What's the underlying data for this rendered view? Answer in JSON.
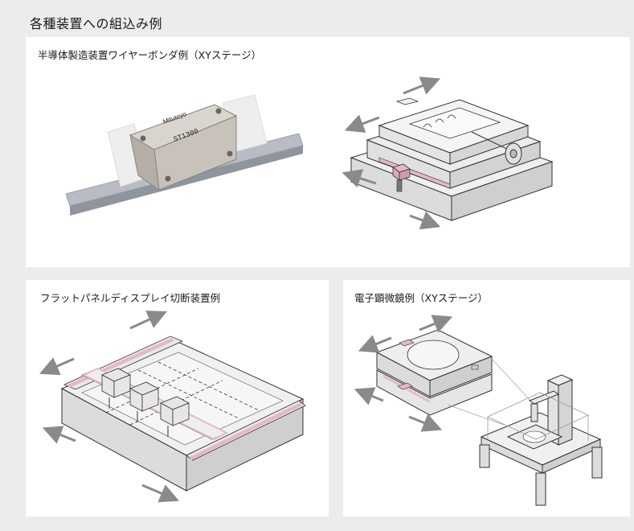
{
  "page": {
    "title": "各種装置への組込み例"
  },
  "panels": {
    "semiconductor": {
      "label": "半導体製造装置ワイヤーボンダ例（XYステージ）"
    },
    "flat_panel": {
      "label": "フラットパネルディスプレイ切断装置例"
    },
    "microscope": {
      "label": "電子顕微鏡例（XYステージ）"
    }
  },
  "product": {
    "brand": "Mitutoyo",
    "model": "ST1300"
  },
  "colors": {
    "background": "#ececec",
    "panel": "#ffffff",
    "scale_highlight": "#e4b8cc",
    "metal": "#c9c4bd",
    "stage_fill": "#e6e6e6",
    "outline": "#333333",
    "arrow": "#8a8a8a"
  }
}
